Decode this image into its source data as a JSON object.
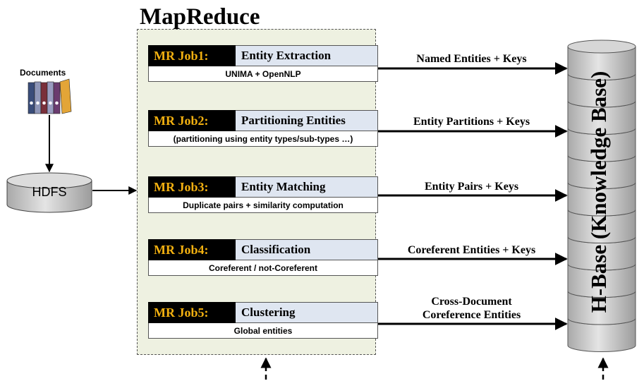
{
  "title": "MapReduce",
  "documents_label": "Documents",
  "hdfs_label": "HDFS",
  "knowledge_base_label": "H-Base (Knowledge Base)",
  "colors": {
    "job_id_text": "#f2b010",
    "job_id_bg": "#000000",
    "job_name_bg": "#dfe6f1",
    "panel_bg": "#eef1e1"
  },
  "jobs": [
    {
      "id": "MR Job1:",
      "name": "Entity Extraction",
      "desc": "UNIMA + OpenNLP",
      "output": "Named Entities + Keys"
    },
    {
      "id": "MR Job2:",
      "name": "Partitioning Entities",
      "desc": "(partitioning using entity types/sub-types …)",
      "output": "Entity Partitions + Keys"
    },
    {
      "id": "MR Job3:",
      "name": "Entity Matching",
      "desc": "Duplicate pairs + similarity computation",
      "output": "Entity Pairs + Keys"
    },
    {
      "id": "MR Job4:",
      "name": "Classification",
      "desc": "Coreferent / not-Coreferent",
      "output": "Coreferent Entities + Keys"
    },
    {
      "id": "MR Job5:",
      "name": "Clustering",
      "desc": "Global entities",
      "output_line1": "Cross-Document",
      "output_line2": "Coreference Entities"
    }
  ]
}
